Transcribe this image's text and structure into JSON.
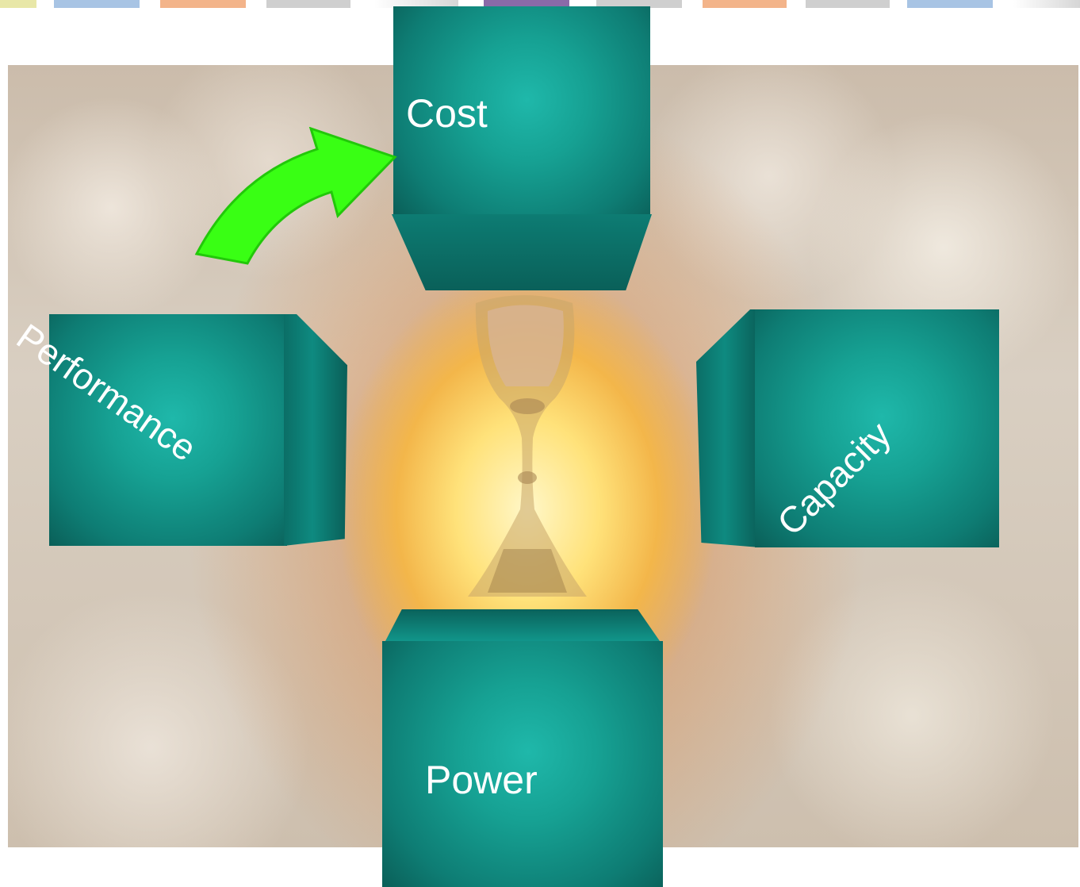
{
  "diagram": {
    "boxes": {
      "cost": "Cost",
      "performance": "Performance",
      "capacity": "Capacity",
      "power": "Power"
    }
  },
  "colors": {
    "block": "#16a193",
    "arrow": "#39ff14",
    "strip": [
      "#e8e7a8",
      "#a8c4e4",
      "#f3b48a",
      "#cfcfcf",
      "#d8d8d8",
      "#8a6aa8",
      "#cfcfcf",
      "#f3b48a",
      "#cfcfcf",
      "#a8c4e4",
      "#d8d8d8"
    ]
  }
}
